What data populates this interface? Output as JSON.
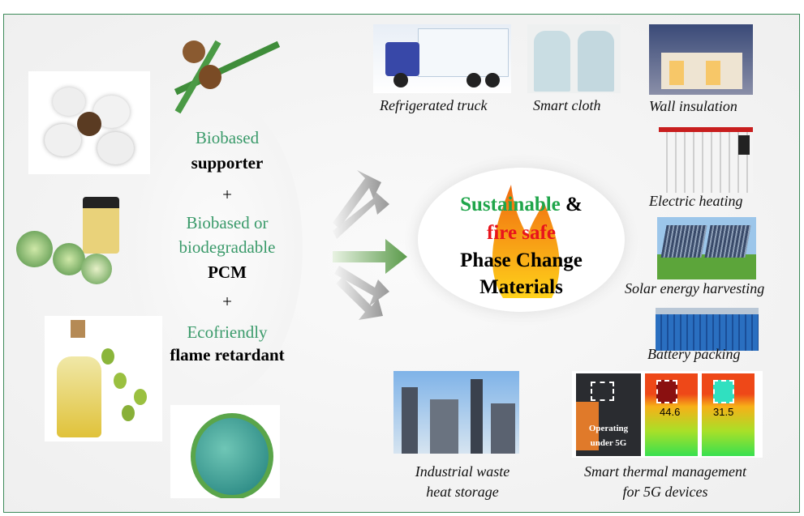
{
  "left": {
    "line1": "Biobased",
    "line2": "supporter",
    "plus1": "+",
    "line3": "Biobased or",
    "line4": "biodegradable",
    "line5": "PCM",
    "plus2": "+",
    "line6": "Ecofriendly",
    "line7": "flame retardant"
  },
  "center": {
    "sustainable": "Sustainable",
    "amp": "&",
    "fire_safe": "fire safe",
    "line3": "Phase Change",
    "line4": "Materials"
  },
  "applications": {
    "truck": "Refrigerated truck",
    "cloth": "Smart cloth",
    "wall": "Wall  insulation",
    "heating": "Electric heating",
    "solar": "Solar energy harvesting",
    "battery": "Battery packing",
    "industrial1": "Industrial waste",
    "industrial2": "heat storage",
    "thermal1": "Smart thermal management",
    "thermal2": "for 5G devices"
  },
  "thermal": {
    "label1": "Operating",
    "label2": "under 5G",
    "temp1": "44.6",
    "temp2": "31.5"
  },
  "colors": {
    "green": "#3a9a6a",
    "sust": "#1fa54a",
    "red": "#e8141c",
    "border": "#3d8a5a"
  }
}
